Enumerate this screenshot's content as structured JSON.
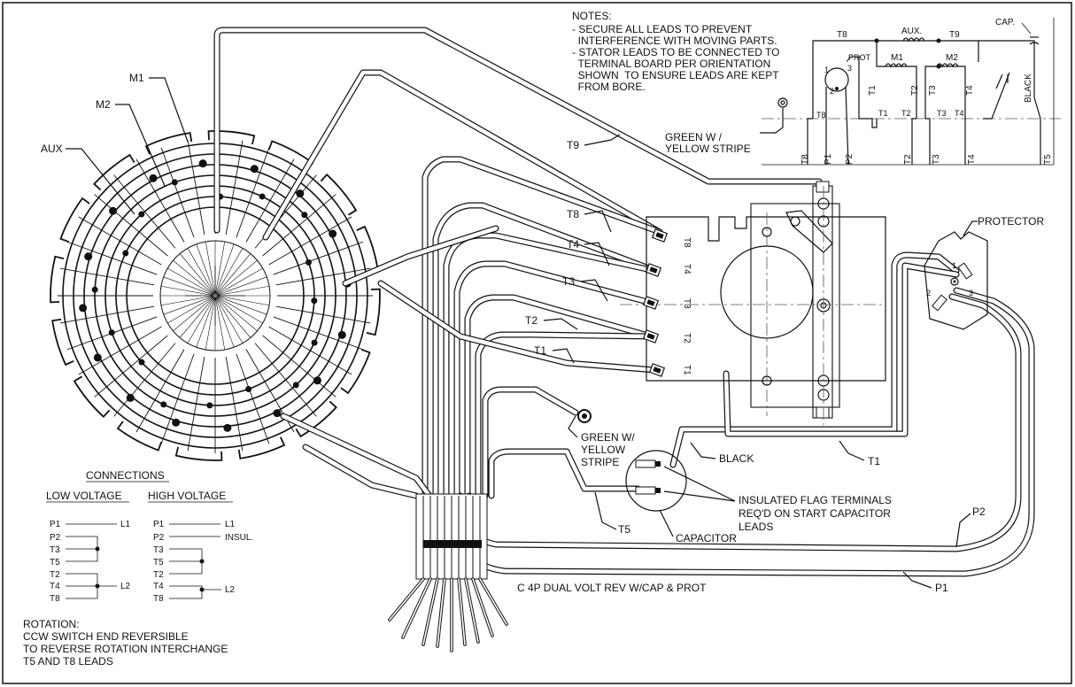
{
  "notes": {
    "title": "NOTES:",
    "lines": [
      "- SECURE ALL LEADS TO PREVENT",
      "  INTERFERENCE WITH MOVING PARTS.",
      "- STATOR LEADS TO BE CONNECTED TO",
      "  TERMINAL BOARD PER ORIENTATION",
      "  SHOWN  TO ENSURE LEADS ARE KEPT",
      "  FROM BORE."
    ]
  },
  "schematic": {
    "cap": "CAP.",
    "aux": "AUX.",
    "m1": "M1",
    "m2": "M2",
    "prot": "PROT",
    "black": "BLACK",
    "top_t8": "T8",
    "top_t9": "T9",
    "vert_t1": "T1",
    "vert_t2": "T2",
    "vert_t3": "T3",
    "vert_t4": "T4",
    "pin1": "1",
    "pin2": "2",
    "pin3": "3",
    "bottom_leads": [
      "T8",
      "P1",
      "P2",
      "T2",
      "T3",
      "T4",
      "T5"
    ],
    "board_marks": [
      "T8",
      "T1",
      "T2",
      "T3",
      "T4"
    ]
  },
  "stator": {
    "m1": "M1",
    "m2": "M2",
    "aux": "AUX"
  },
  "leads": {
    "t9": "T9",
    "t8": "T8",
    "t4": "T4",
    "t3": "T3",
    "t2": "T2",
    "t1": "T1",
    "t1_lower": "T1",
    "t5": "T5",
    "p1": "P1",
    "p2": "P2",
    "black": "BLACK",
    "green_top": "GREEN W /",
    "green_top2": "YELLOW STRIPE",
    "green_mid": "GREEN W/",
    "green_mid2": "YELLOW",
    "green_mid3": "STRIPE",
    "protector": "PROTECTOR",
    "capacitor": "CAPACITOR",
    "insulated1": "INSULATED FLAG TERMINALS",
    "insulated2": "REQ'D ON START CAPACITOR",
    "insulated3": "LEADS"
  },
  "board_labels": [
    "T8",
    "T4",
    "T3",
    "T2",
    "T1"
  ],
  "protector_pins": [
    "1",
    "2",
    "3"
  ],
  "connections": {
    "title": "CONNECTIONS",
    "low_title": "LOW VOLTAGE",
    "high_title": "HIGH VOLTAGE",
    "low": {
      "p1": "P1",
      "l1": "L1",
      "p2": "P2",
      "t3": "T3",
      "t5": "T5",
      "t2": "T2",
      "t4": "T4",
      "l2": "L2",
      "t8": "T8"
    },
    "high": {
      "p1": "P1",
      "l1": "L1",
      "p2": "P2",
      "insul": "INSUL.",
      "t3": "T3",
      "t5": "T5",
      "t2": "T2",
      "t4": "T4",
      "l2": "L2",
      "t8": "T8"
    }
  },
  "rotation": {
    "title": "ROTATION:",
    "line1": "CCW SWITCH END REVERSIBLE",
    "line2": "TO REVERSE ROTATION INTERCHANGE",
    "line3": "T5 AND T8 LEADS"
  },
  "caption": "C 4P DUAL VOLT REV W/CAP & PROT"
}
